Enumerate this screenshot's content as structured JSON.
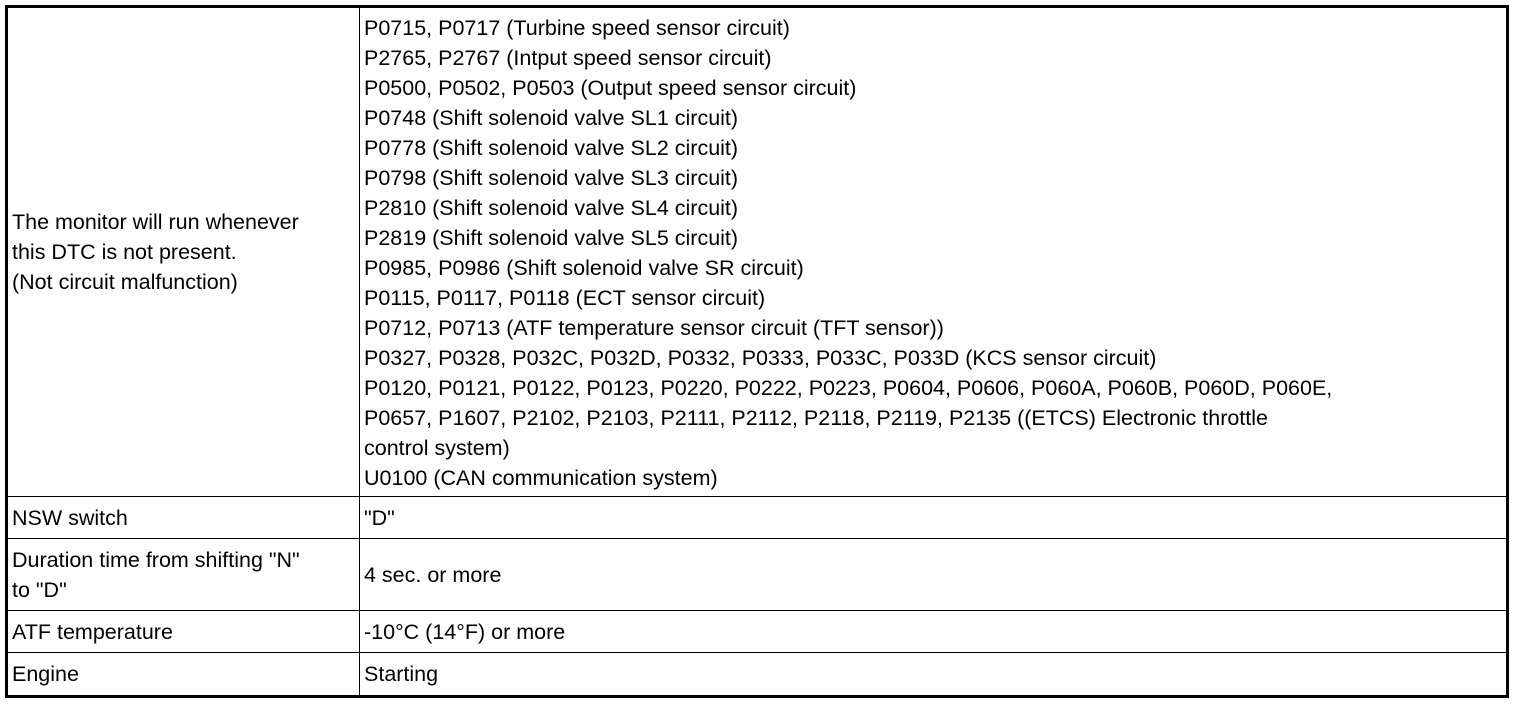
{
  "rows": [
    {
      "label": "The monitor will run whenever\nthis DTC is not present.\n(Not circuit malfunction)",
      "lines": [
        "P0715, P0717 (Turbine speed sensor circuit)",
        "P2765, P2767 (Intput speed sensor circuit)",
        "P0500, P0502, P0503 (Output speed sensor circuit)",
        "P0748 (Shift solenoid valve SL1 circuit)",
        "P0778 (Shift solenoid valve SL2 circuit)",
        "P0798 (Shift solenoid valve SL3 circuit)",
        "P2810 (Shift solenoid valve SL4 circuit)",
        "P2819 (Shift solenoid valve SL5 circuit)",
        "P0985, P0986 (Shift solenoid valve SR circuit)",
        "P0115, P0117, P0118 (ECT sensor circuit)",
        "P0712, P0713 (ATF temperature sensor circuit (TFT sensor))",
        "P0327, P0328, P032C, P032D, P0332, P0333, P033C, P033D (KCS sensor circuit)",
        "P0120, P0121, P0122, P0123, P0220, P0222, P0223, P0604, P0606, P060A, P060B, P060D, P060E,",
        "P0657, P1607, P2102, P2103, P2111, P2112, P2118, P2119, P2135 ((ETCS) Electronic throttle",
        "control system)",
        "U0100 (CAN communication system)"
      ]
    },
    {
      "label": "NSW switch",
      "value": "\"D\""
    },
    {
      "label": "Duration time from shifting \"N\"\nto \"D\"",
      "value": "4 sec. or more"
    },
    {
      "label": "ATF temperature",
      "value": "-10°C (14°F) or more"
    },
    {
      "label": "Engine",
      "value": "Starting"
    }
  ]
}
